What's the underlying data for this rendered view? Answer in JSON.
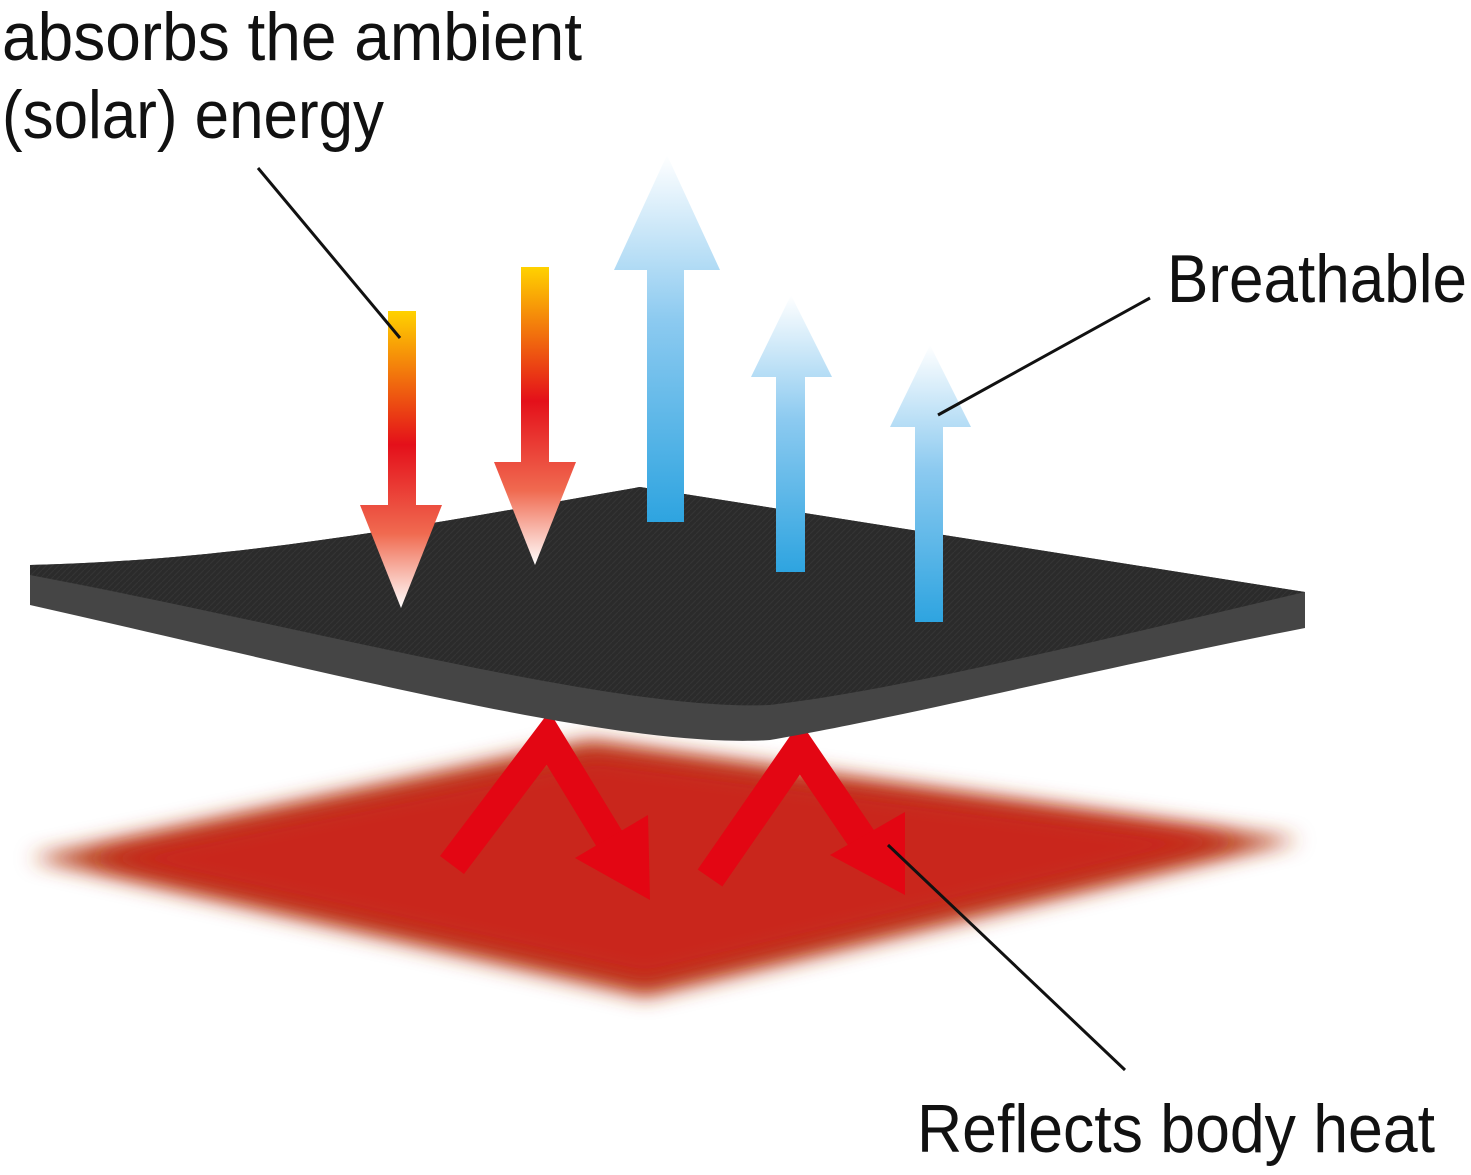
{
  "labels": {
    "absorbs_line1": "absorbs the ambient",
    "absorbs_line2": "(solar) energy",
    "breathable": "Breathable",
    "reflects": "Reflects body heat"
  },
  "colors": {
    "fabric_top": "#2b2b2b",
    "fabric_edge": "#454545",
    "body_plane": "#c9261c",
    "heat_arrow": "#e30613",
    "air_blue": "#2fa6e0",
    "solar_yellow": "#ffd200",
    "solar_red": "#e4101a"
  }
}
